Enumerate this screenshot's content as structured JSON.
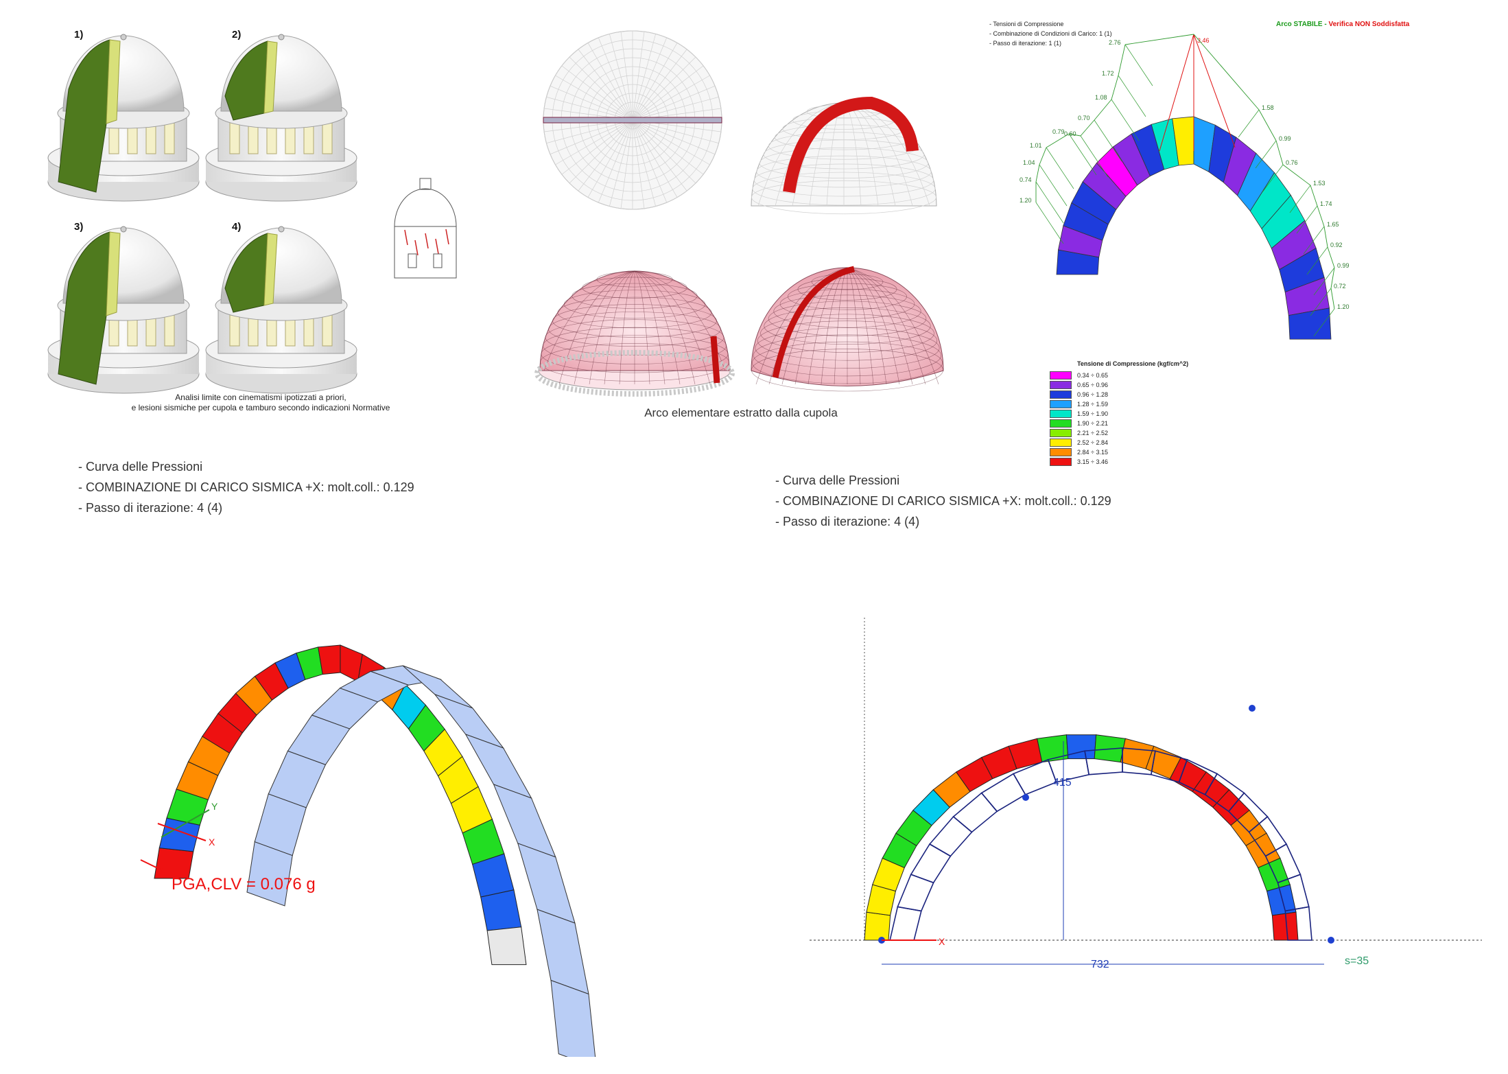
{
  "panel_domes": {
    "labels": [
      "1)",
      "2)",
      "3)",
      "4)"
    ],
    "caption_line1": "Analisi limite con cinematismi ipotizzati a priori,",
    "caption_line2": "e lesioni sismiche per cupola e tamburo secondo indicazioni Normative"
  },
  "panel_mesh": {
    "caption": "Arco elementare estratto dalla cupola"
  },
  "panel_stress": {
    "info": [
      "- Tensioni di Compressione",
      "- Combinazione di Condizioni di Carico: 1  (1)",
      "- Passo di iterazione: 1  (1)"
    ],
    "status_ok": "Arco STABILE",
    "status_sep": " - ",
    "status_fail": "Verifica NON Soddisfatta",
    "peak_label": "3.46",
    "left_values": [
      "1.20",
      "0.74",
      "1.04",
      "1.01",
      "0.79",
      "0.60",
      "0.70",
      "1.08",
      "1.72",
      "2.76"
    ],
    "right_values": [
      "1.58",
      "0.99",
      "0.76",
      "1.53",
      "1.74",
      "1.65",
      "0.92",
      "0.99",
      "0.72",
      "1.20"
    ],
    "legend_title": "Tensione di Compressione (kgf/cm^2)",
    "legend": [
      {
        "range": "0.34 ÷ 0.65",
        "color": "#ff00ff"
      },
      {
        "range": "0.65 ÷ 0.96",
        "color": "#8a2be2"
      },
      {
        "range": "0.96 ÷ 1.28",
        "color": "#1e3cdc"
      },
      {
        "range": "1.28 ÷ 1.59",
        "color": "#1ea0ff"
      },
      {
        "range": "1.59 ÷ 1.90",
        "color": "#00e6c8"
      },
      {
        "range": "1.90 ÷ 2.21",
        "color": "#22dd22"
      },
      {
        "range": "2.21 ÷ 2.52",
        "color": "#88ee00"
      },
      {
        "range": "2.52 ÷ 2.84",
        "color": "#ffee00"
      },
      {
        "range": "2.84 ÷ 3.15",
        "color": "#ff8c00"
      },
      {
        "range": "3.15 ÷ 3.46",
        "color": "#ee1111"
      }
    ]
  },
  "panel_3d": {
    "info": [
      "- Curva delle Pressioni",
      "- COMBINAZIONE DI CARICO SISMICA +X: molt.coll.: 0.129",
      "- Passo di iterazione: 4  (4)"
    ],
    "pga_label": "PGA,CLV = 0.076 g",
    "axis_x": "X",
    "axis_y": "Y"
  },
  "panel_2d": {
    "info": [
      "- Curva delle Pressioni",
      "- COMBINAZIONE DI CARICO SISMICA +X: molt.coll.: 0.129",
      "- Passo di iterazione: 4  (4)"
    ],
    "height_dim": "415",
    "span_dim": "732",
    "thickness": "s=35",
    "axis_x": "X"
  }
}
